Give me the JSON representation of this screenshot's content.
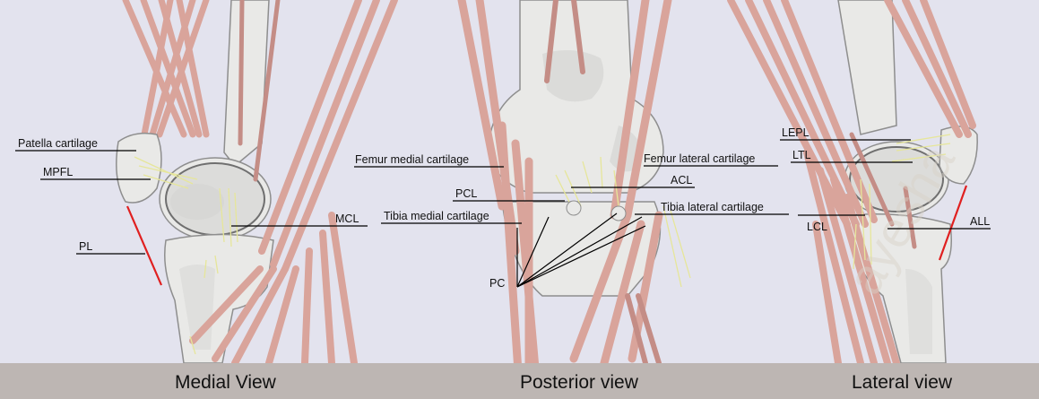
{
  "views": {
    "medial": "Medial View",
    "posterior": "Posterior view",
    "lateral": "Lateral view"
  },
  "labels": {
    "patella_cartilage": "Patella cartilage",
    "mpfl": "MPFL",
    "pl": "PL",
    "mcl": "MCL",
    "femur_medial_cartilage": "Femur medial cartilage",
    "pcl": "PCL",
    "tibia_medial_cartilage": "Tibia medial cartilage",
    "pc": "PC",
    "femur_lateral_cartilage": "Femur lateral cartilage",
    "acl": "ACL",
    "tibia_lateral_cartilage": "Tibia lateral cartilage",
    "lepl": "LEPL",
    "ltl": "LTL",
    "lcl": "LCL",
    "all": "ALL"
  },
  "watermark": "ayesha",
  "colors": {
    "background": "#e3e3ee",
    "footer": "#bdb6b3",
    "bone": "#e9e9e7",
    "muscle": "#d9a49b",
    "ligament_fiber": "#e6e69a",
    "highlight_ligament": "#e02020"
  }
}
